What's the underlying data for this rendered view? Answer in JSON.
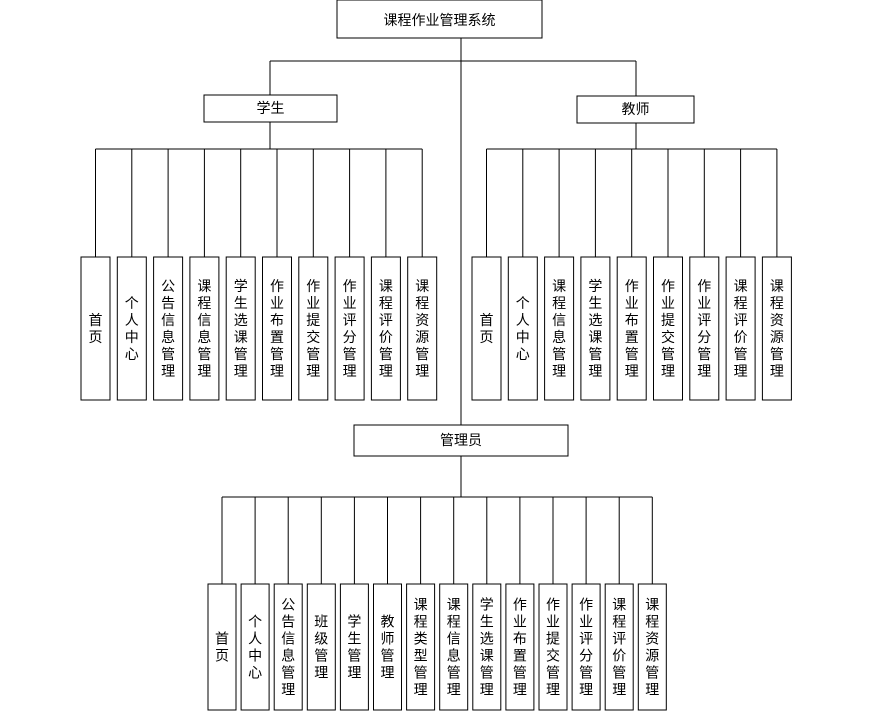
{
  "title": "课程作业管理系统",
  "roles": [
    {
      "name": "学生",
      "modules": [
        "首页",
        "个人中心",
        "公告信息管理",
        "课程信息管理",
        "学生选课管理",
        "作业布置管理",
        "作业提交管理",
        "作业评分管理",
        "课程评价管理",
        "课程资源管理"
      ]
    },
    {
      "name": "教师",
      "modules": [
        "首页",
        "个人中心",
        "课程信息管理",
        "学生选课管理",
        "作业布置管理",
        "作业提交管理",
        "作业评分管理",
        "课程评价管理",
        "课程资源管理"
      ]
    },
    {
      "name": "管理员",
      "modules": [
        "首页",
        "个人中心",
        "公告信息管理",
        "班级管理",
        "学生管理",
        "教师管理",
        "课程类型管理",
        "课程信息管理",
        "学生选课管理",
        "作业布置管理",
        "作业提交管理",
        "作业评分管理",
        "课程评价管理",
        "课程资源管理"
      ]
    }
  ]
}
